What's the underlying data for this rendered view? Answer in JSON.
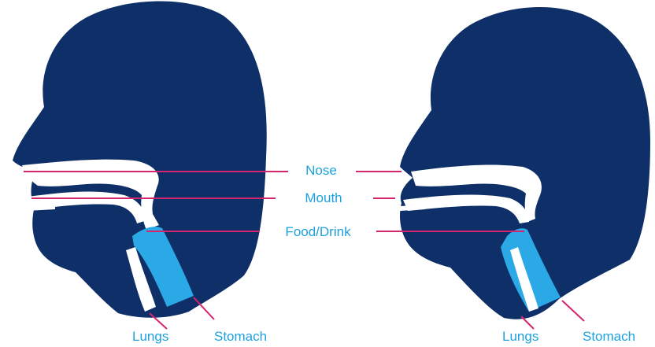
{
  "labels": {
    "nose": "Nose",
    "mouth": "Mouth",
    "food_drink": "Food/Drink",
    "lungs_left": "Lungs",
    "stomach_left": "Stomach",
    "lungs_right": "Lungs",
    "stomach_right": "Stomach"
  },
  "colors": {
    "head": "#0e2f67",
    "passage": "#ffffff",
    "food_tube": "#2aa9e6",
    "leader_line": "#d6246e",
    "label_text": "#1ea1de"
  }
}
